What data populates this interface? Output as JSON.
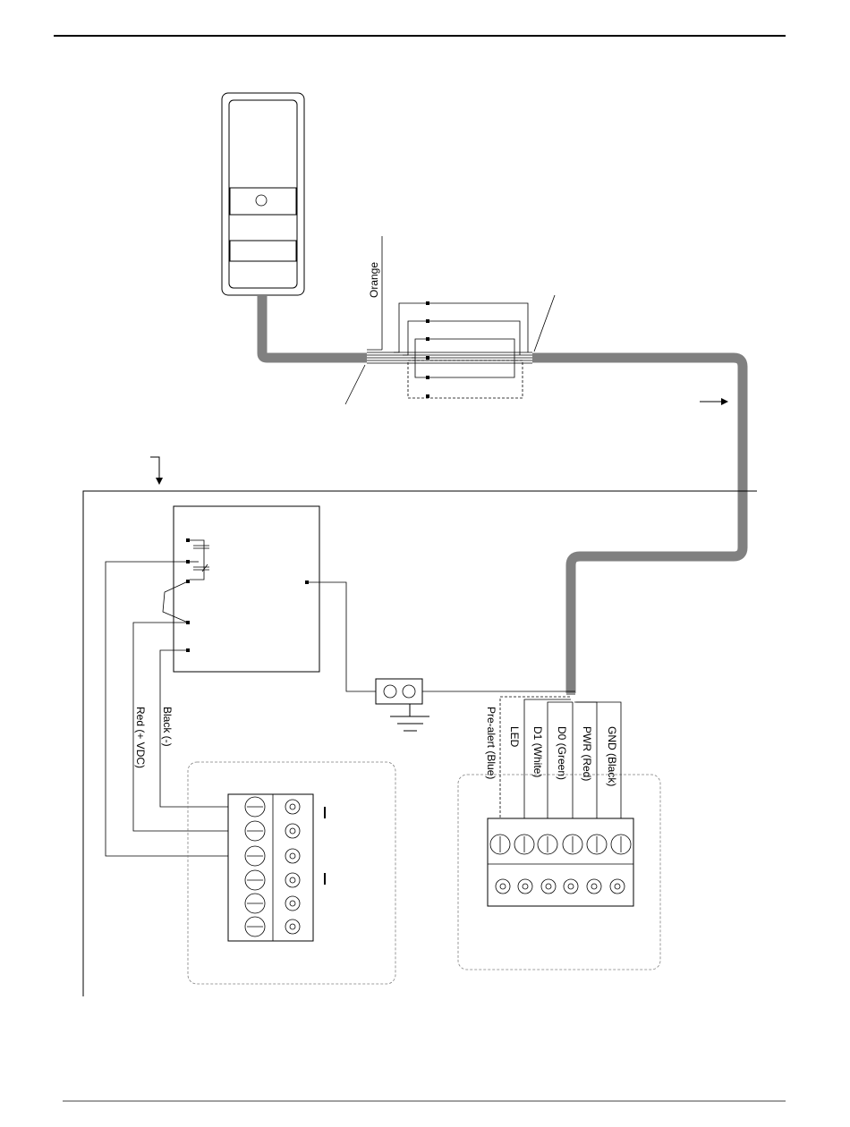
{
  "diagram": {
    "colors": {
      "line": "#000000",
      "cable": "#808080",
      "dashed": "#808080",
      "background": "#ffffff"
    },
    "labels": {
      "orange": "Orange",
      "red_vdc": "Red (+ VDC)",
      "black_neg": "Black (-)",
      "pre_alert": "Pre-alert (Blue)",
      "led": "LED",
      "d1": "D1 (White)",
      "d0": "D0 (Green)",
      "pwr": "PWR (Red)",
      "gnd": "GND (Black)"
    }
  }
}
